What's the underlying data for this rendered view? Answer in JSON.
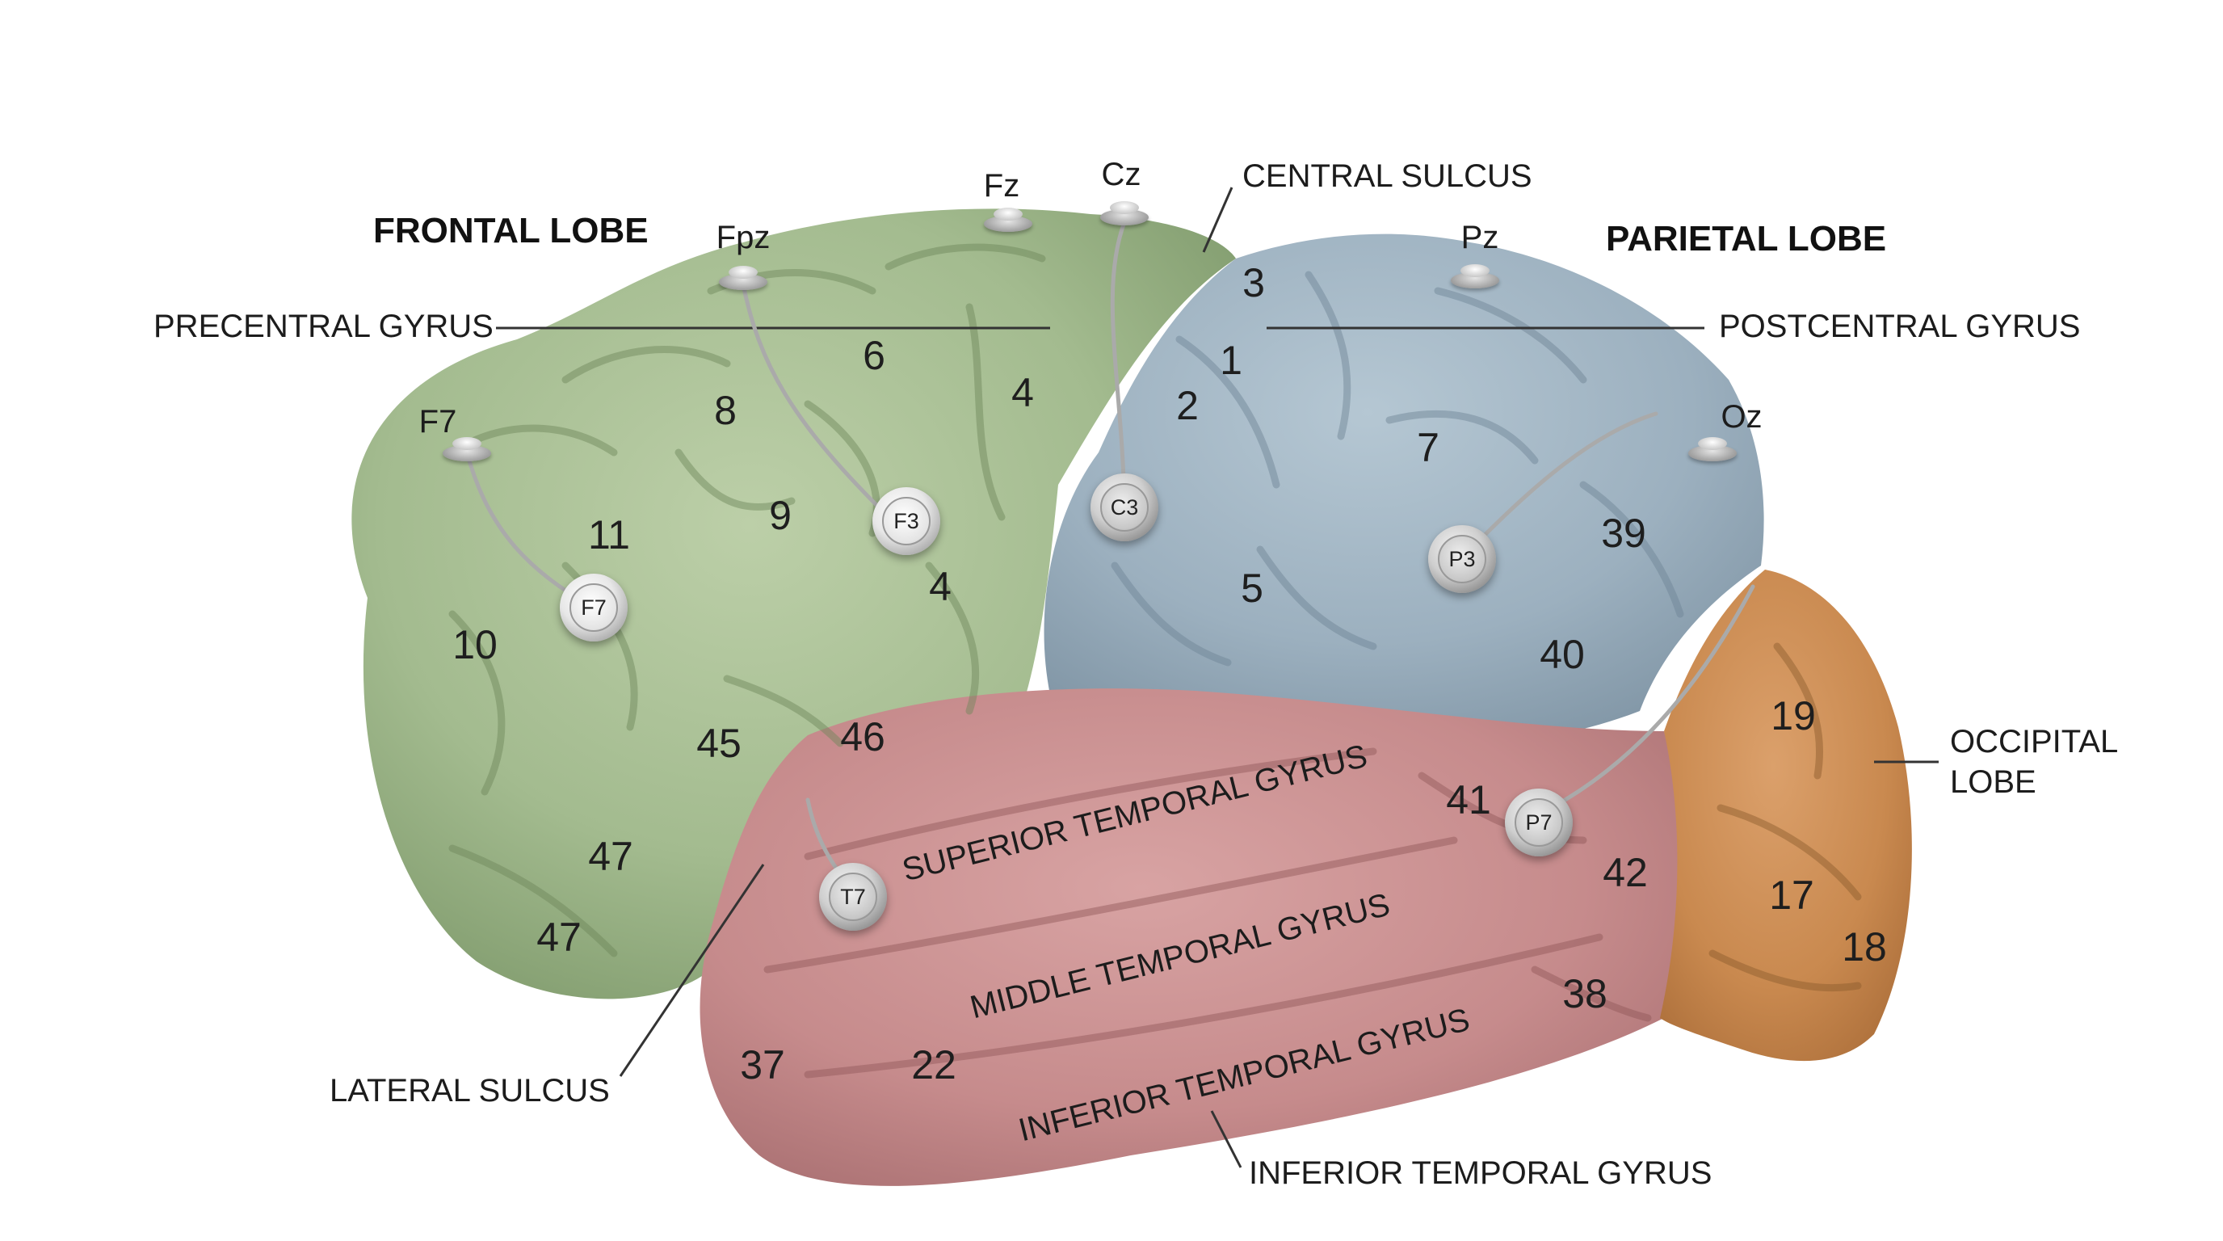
{
  "lobes": {
    "frontal": "FRONTAL LOBE",
    "parietal": "PARIETAL LOBE",
    "occipital_line1": "OCCIPITAL",
    "occipital_line2": "LOBE"
  },
  "callouts": {
    "central_sulcus": "CENTRAL SULCUS",
    "precentral_gyrus": "PRECENTRAL GYRUS",
    "postcentral_gyrus": "POSTCENTRAL GYRUS",
    "lateral_sulcus": "LATERAL SULCUS",
    "inferior_temporal_gyrus": "INFERIOR TEMPORAL GYRUS"
  },
  "gyri_on_brain": {
    "superior_temporal": "SUPERIOR TEMPORAL GYRUS",
    "middle_temporal": "MIDDLE TEMPORAL GYRUS",
    "inferior_temporal": "INFERIOR TEMPORAL GYRUS"
  },
  "electrode_labels": {
    "fz": "Fz",
    "cz": "Cz",
    "fpz": "Fpz",
    "pz": "Pz",
    "f7": "F7",
    "oz": "Oz"
  },
  "electrodes": {
    "f7": "F7",
    "f3": "F3",
    "c3": "C3",
    "p3": "P3",
    "t7": "T7",
    "p7": "P7"
  },
  "areas": {
    "a3": "3",
    "a1": "1",
    "a2": "2",
    "a6": "6",
    "a4_top": "4",
    "a8": "8",
    "a9": "9",
    "a4_mid": "4",
    "a11": "11",
    "a10": "10",
    "a7": "7",
    "a5": "5",
    "a39": "39",
    "a40": "40",
    "a45": "45",
    "a46": "46",
    "a47_upper": "47",
    "a47_lower": "47",
    "a19": "19",
    "a17": "17",
    "a18": "18",
    "a41": "41",
    "a42": "42",
    "a38": "38",
    "a37": "37",
    "a22": "22"
  },
  "colors": {
    "frontal": "#a8bf94",
    "parietal": "#9fb3c1",
    "temporal": "#c88e8f",
    "occipital": "#c98a55"
  }
}
